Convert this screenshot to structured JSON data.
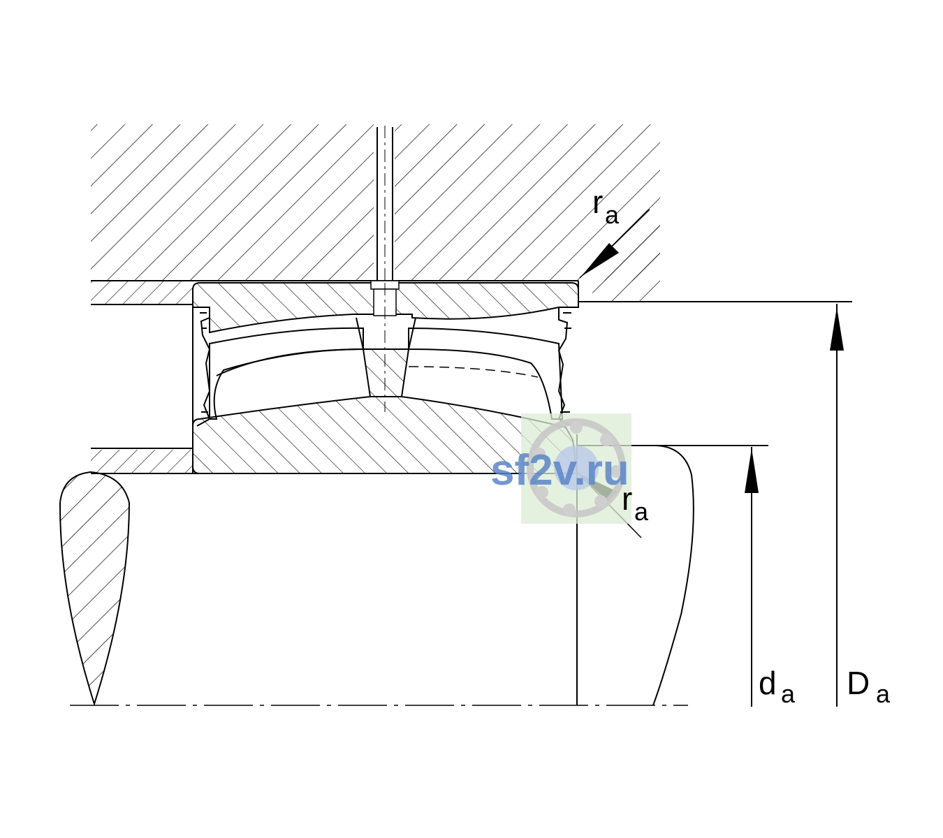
{
  "labels": {
    "ra_top": {
      "main": "r",
      "sub": "a"
    },
    "ra_bottom": {
      "main": "r",
      "sub": "a"
    },
    "da": {
      "main": "d",
      "sub": "a"
    },
    "Da": {
      "main": "D",
      "sub": "a"
    }
  },
  "watermark": {
    "text": "sf2v.ru"
  },
  "colors": {
    "line": "#000000",
    "background": "#ffffff",
    "watermark_text": "#5b86c9",
    "watermark_bg": "#dcecd4"
  }
}
